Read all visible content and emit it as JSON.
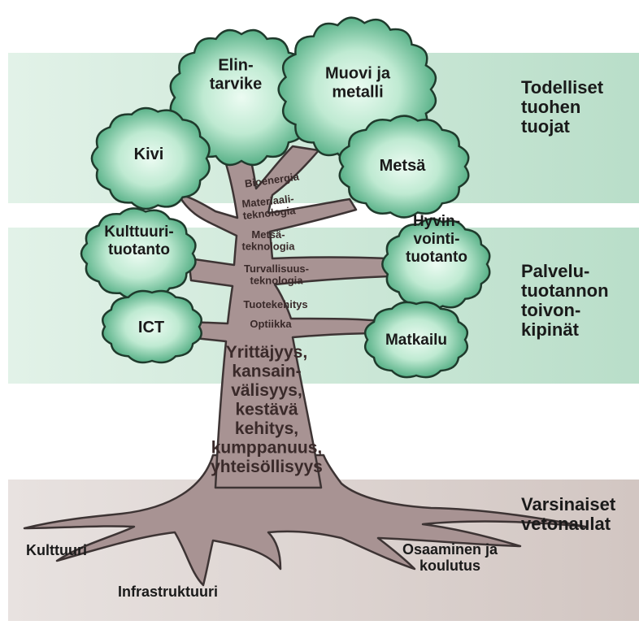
{
  "colors": {
    "band_green": "#cfe8d8",
    "band_root": "#ddd3cf",
    "trunk": "#a89393",
    "trunk_outline": "#3d3434",
    "leaf_light": "#c8efd9",
    "leaf_dark": "#2f9a6a"
  },
  "bands": {
    "top": "Todelliset\ntuohen\ntuojat",
    "middle": "Palvelu-\ntuotannon\ntoivon-\nkipinät",
    "bottom": "Varsinaiset\nvetonaulat"
  },
  "canopies": {
    "elintarvike": "Elin-\ntarvike",
    "muovi": "Muovi ja\nmetalli",
    "kivi": "Kivi",
    "metsa": "Metsä",
    "kulttuuri": "Kulttuuri-\ntuotanto",
    "hyvinvointi": "Hyvin-\nvointi-\ntuotanto",
    "ict": "ICT",
    "matkailu": "Matkailu"
  },
  "trunk_labels": {
    "bioenergia": "Bioenergia",
    "materiaali": "Materiaali-\nteknologia",
    "metsateknologia": "Metsä-\nteknologia",
    "turvallisuus": "Turvallisuus-\nteknologia",
    "tuotekehitys": "Tuotekehitys",
    "optiikka": "Optiikka",
    "values": "Yrittäjyys,\nkansain-\nvälisyys,\nkestävä\nkehitys,\nkumppanuus,\nyhteisöllisyys"
  },
  "roots": {
    "kulttuuri": "Kulttuuri",
    "infrastruktuuri": "Infrastruktuuri",
    "osaaminen": "Osaaminen ja\nkoulutus"
  }
}
